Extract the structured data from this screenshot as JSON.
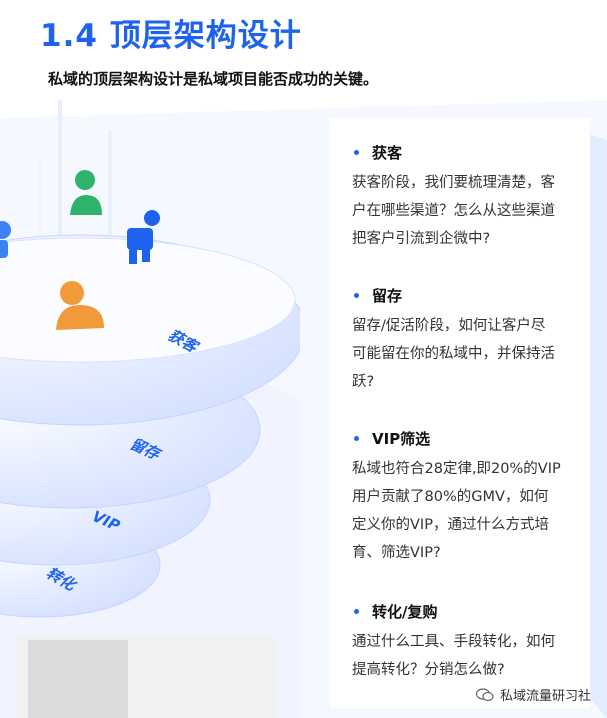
{
  "header": {
    "title": "1.4 顶层架构设计",
    "subtitle": "私域的顶层架构设计是私域项目能否成功的关键。"
  },
  "funnel": {
    "layers": [
      "获客",
      "留存",
      "VIP",
      "转化"
    ]
  },
  "sections": [
    {
      "heading": "获客",
      "body": [
        "获客阶段，我们要梳理清楚，客",
        "户在哪些渠道？怎么从这些渠道",
        "把客户引流到企微中?"
      ]
    },
    {
      "heading": "留存",
      "body": [
        "留存/促活阶段，如何让客户尽",
        "可能留在你的私域中，并保持活",
        "跃?"
      ]
    },
    {
      "heading": "VIP筛选",
      "body": [
        "私域也符合28定律,即20%的VIP",
        "用户贡献了80%的GMV，如何",
        "定义你的VIP，通过什么方式培",
        "育、筛选VIP?"
      ]
    },
    {
      "heading": "转化/复购",
      "body": [
        "通过什么工具、手段转化，如何",
        "提高转化？分销怎么做?"
      ]
    }
  ],
  "watermark": {
    "text": "私域流量研习社",
    "icon": "wechat-icon"
  },
  "colors": {
    "accent": "#1e63f0",
    "orange": "#f09a3a",
    "green": "#2db36a"
  }
}
